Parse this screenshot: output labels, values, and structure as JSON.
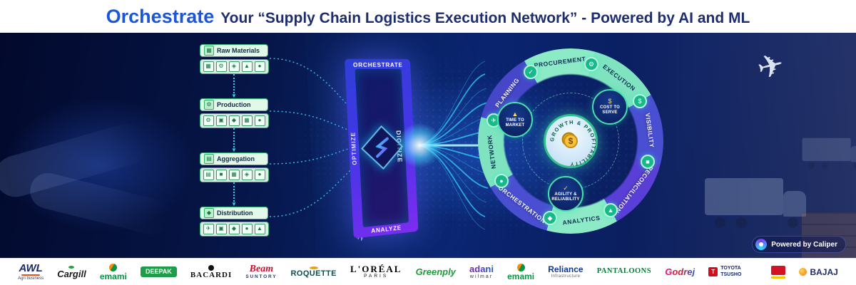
{
  "header": {
    "highlight": "Orchestrate",
    "rest": "Your “Supply Chain Logistics Execution Network” - Powered by AI and ML"
  },
  "flow": {
    "stages": [
      {
        "label": "Raw Materials",
        "icon_glyph": "▦",
        "icons": [
          "▦",
          "⚙",
          "◈",
          "▲",
          "●"
        ]
      },
      {
        "label": "Production",
        "icon_glyph": "⚙",
        "icons": [
          "⚙",
          "▣",
          "◆",
          "▦",
          "●"
        ]
      },
      {
        "label": "Aggregation",
        "icon_glyph": "▤",
        "icons": [
          "▤",
          "■",
          "▦",
          "◈",
          "●"
        ]
      },
      {
        "label": "Distribution",
        "icon_glyph": "◆",
        "icons": [
          "✈",
          "▣",
          "◆",
          "●",
          "▲"
        ]
      }
    ],
    "connector_arrow": "▼"
  },
  "portal": {
    "top": "ORCHESTRATE",
    "left": "OPTIMIZE",
    "right": "DIGITIZE",
    "bottom": "ANALYZE"
  },
  "ring": {
    "segments": [
      {
        "label": "PROCUREMENT",
        "node_glyph": "✓"
      },
      {
        "label": "EXECUTION",
        "node_glyph": "⚙"
      },
      {
        "label": "VISIBILITY",
        "node_glyph": "$"
      },
      {
        "label": "RECONCILIATION",
        "node_glyph": "■"
      },
      {
        "label": "ANALYTICS",
        "node_glyph": "▲"
      },
      {
        "label": "ORCHESTRATION",
        "node_glyph": "◆"
      },
      {
        "label": "NETWORK",
        "node_glyph": "●"
      },
      {
        "label": "PLANNING",
        "node_glyph": "✈"
      }
    ]
  },
  "badges": [
    {
      "label": "TIME TO MARKET",
      "glyph": "▲"
    },
    {
      "label": "COST TO SERVE",
      "glyph": "$"
    },
    {
      "label": "AGILITY & RELIABILITY",
      "glyph": "✓"
    }
  ],
  "center_badge": {
    "label": "GROWTH & PROFITABILITY",
    "glyph": "$"
  },
  "powered_by": "Powered by Caliper",
  "clients": [
    {
      "name": "AWL",
      "sub": "Agri business"
    },
    {
      "name": "Cargill",
      "sub": ""
    },
    {
      "name": "emami",
      "sub": ""
    },
    {
      "name": "DEEPAK",
      "sub": ""
    },
    {
      "name": "BACARDI",
      "sub": ""
    },
    {
      "name": "Beam",
      "sub": "SUNTORY"
    },
    {
      "name": "ROQUETTE",
      "sub": ""
    },
    {
      "name": "L'ORÉAL",
      "sub": "PARIS"
    },
    {
      "name": "Greenply",
      "sub": ""
    },
    {
      "name": "adani",
      "sub": "wilmar"
    },
    {
      "name": "emami",
      "sub": ""
    },
    {
      "name": "Reliance",
      "sub": "Infrastructure"
    },
    {
      "name": "PANTALOONS",
      "sub": ""
    },
    {
      "name": "Godrej",
      "sub": ""
    },
    {
      "name": "TOYOTA TSUSHO",
      "sub": ""
    },
    {
      "name": "",
      "sub": ""
    },
    {
      "name": "BAJAJ",
      "sub": ""
    }
  ],
  "colors": {
    "accent_blue": "#1a56d6",
    "navy": "#1d2d6e",
    "mint": "#8ceac6",
    "ring_blue": "#4a4fd2",
    "ring_purple": "#5a3fd6",
    "cyan": "#2fd9ff",
    "stage_green": "#2fae6e"
  }
}
